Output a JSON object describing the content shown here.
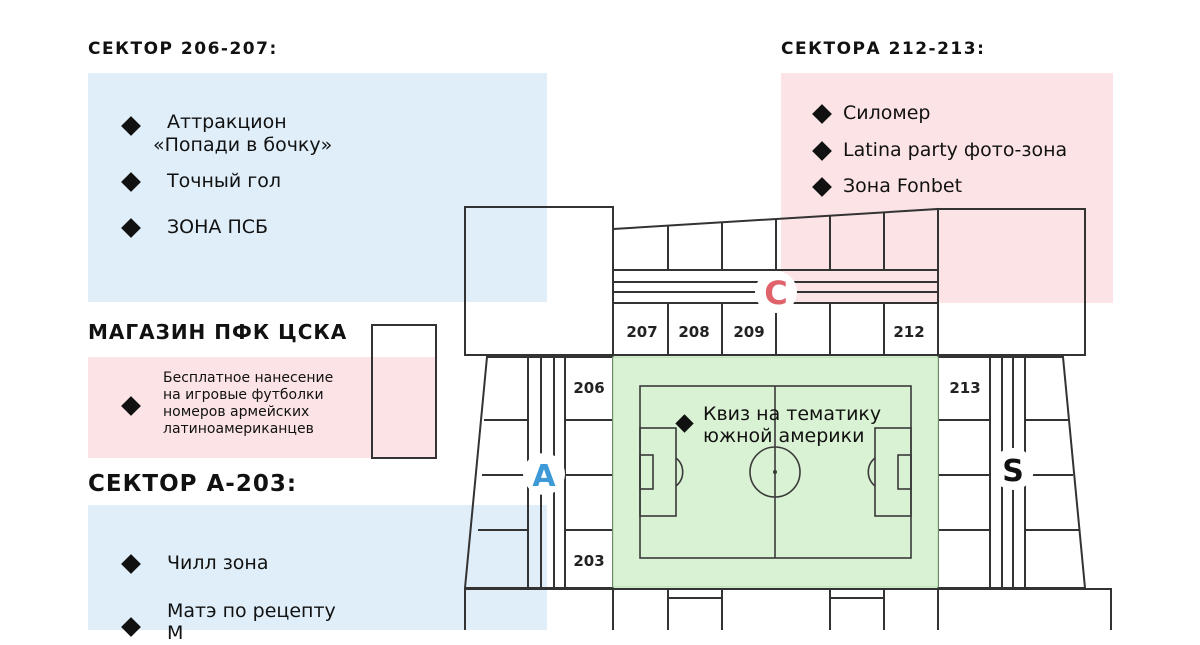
{
  "sector_206_207": {
    "heading": "СЕКТОР 206-207:",
    "items": [
      "Аттракцион",
      "«Попади в бочку»",
      "Точный гол",
      "ЗОНА ПСБ"
    ]
  },
  "sector_212_213": {
    "heading": "СЕКТОРА 212-213:",
    "items": [
      "Силомер",
      "Latina party фото-зона",
      "Зона Fonbet"
    ]
  },
  "shop": {
    "heading": "МАГАЗИН ПФК ЦСКА",
    "lines": [
      "Бесплатное нанесение",
      "на игровые футболки",
      "номеров армейских",
      "латиноамериканцев"
    ]
  },
  "sector_a203": {
    "heading": "СЕКТОР А-203:",
    "items": [
      "Чилл зона",
      "Матэ по рецепту",
      "М"
    ]
  },
  "field": {
    "quiz_lines": [
      "Квиз на тематику",
      "южной америки"
    ]
  },
  "stands": {
    "c_label": "C",
    "a_label": "A",
    "s_label": "S",
    "sectors": [
      "207",
      "208",
      "209",
      "212",
      "206",
      "213",
      "203"
    ]
  },
  "colors": {
    "blue_zone": "#dfeef9",
    "pink_zone": "#fce4e6",
    "field": "#d9f2d3",
    "field_line": "#3a3a3a",
    "c_circle_text": "#e0636c",
    "a_circle_text": "#3d9ad6",
    "s_circle_text": "#111111"
  }
}
